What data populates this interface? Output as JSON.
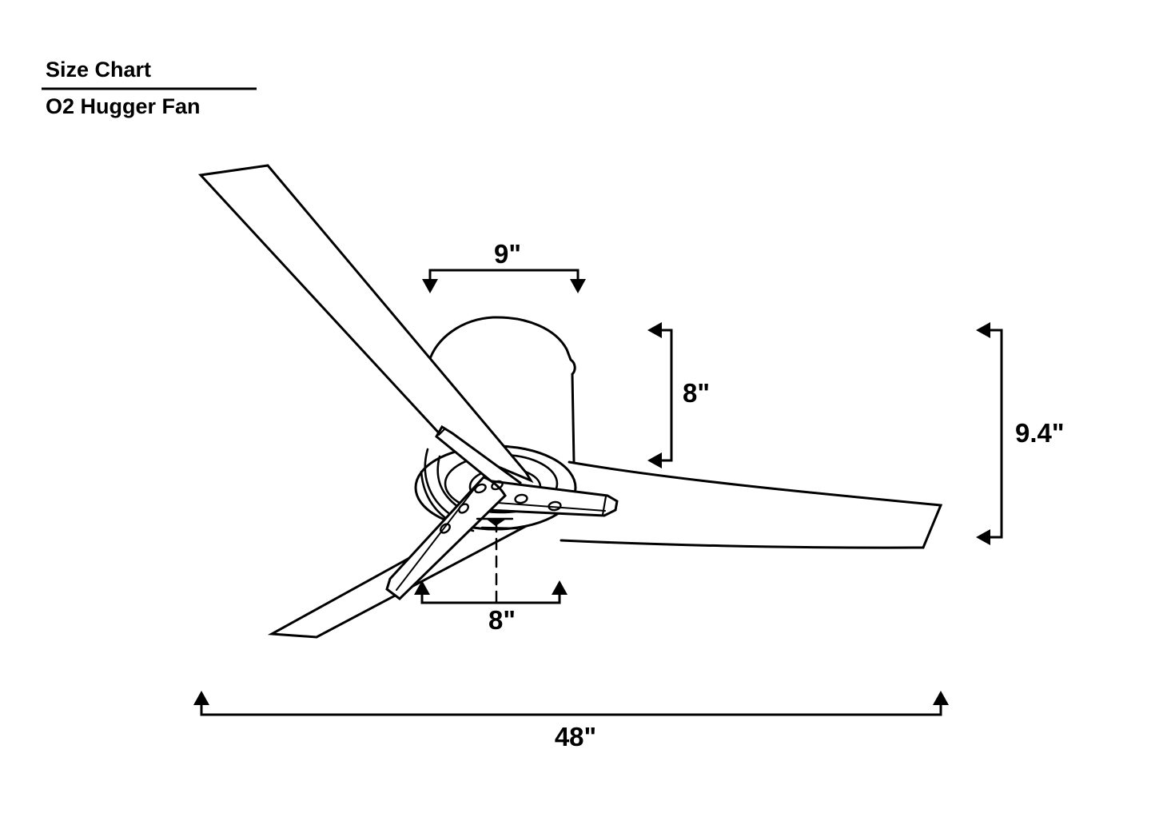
{
  "header": {
    "title": "Size Chart",
    "subtitle": "O2 Hugger Fan"
  },
  "diagram": {
    "product": "O2 Hugger Fan",
    "style": "black line drawing of 3-blade hugger ceiling fan, isometric side view",
    "line_color": "#000000",
    "background_color": "#ffffff",
    "dimensions": {
      "motor_housing_width": "9\"",
      "motor_housing_height": "8\"",
      "overall_height": "9.4\"",
      "hub_width": "8\"",
      "blade_span": "48\""
    }
  }
}
